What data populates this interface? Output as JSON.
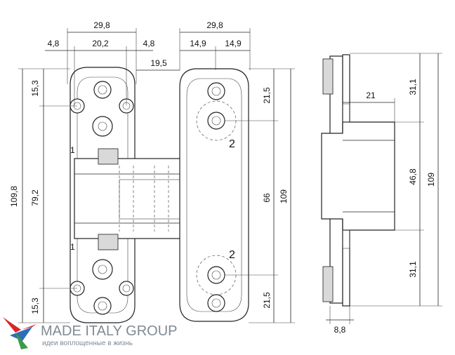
{
  "dimensions": {
    "top_total_left": "29,8",
    "left_margin": "4,8",
    "center_width": "20,2",
    "right_margin": "4,8",
    "gap": "19,5",
    "top_total_right": "29,8",
    "half_left": "14,9",
    "half_right": "14,9",
    "left_top_hole": "15,3",
    "left_inner": "79,2",
    "left_total": "109,8",
    "left_bottom_hole": "15,3",
    "mid_top": "21,5",
    "mid_center": "66",
    "mid_total": "109",
    "mid_bottom": "21,5",
    "side_depth": "21",
    "side_top": "31,1",
    "side_center": "46,8",
    "side_total": "109",
    "side_bottom": "31,1",
    "side_base": "8,8"
  },
  "part_labels": {
    "left_top_number": "1",
    "left_bottom_number": "1",
    "right_top_number": "2",
    "right_bottom_number": "2"
  },
  "brand": {
    "name": "MADE ITALY GROUP",
    "tagline": "идеи воплощенные в жизнь",
    "colors": {
      "red": "#d9262b",
      "blue": "#2d6db5",
      "green": "#3c9b4a",
      "gray": "#7f8a93"
    }
  }
}
